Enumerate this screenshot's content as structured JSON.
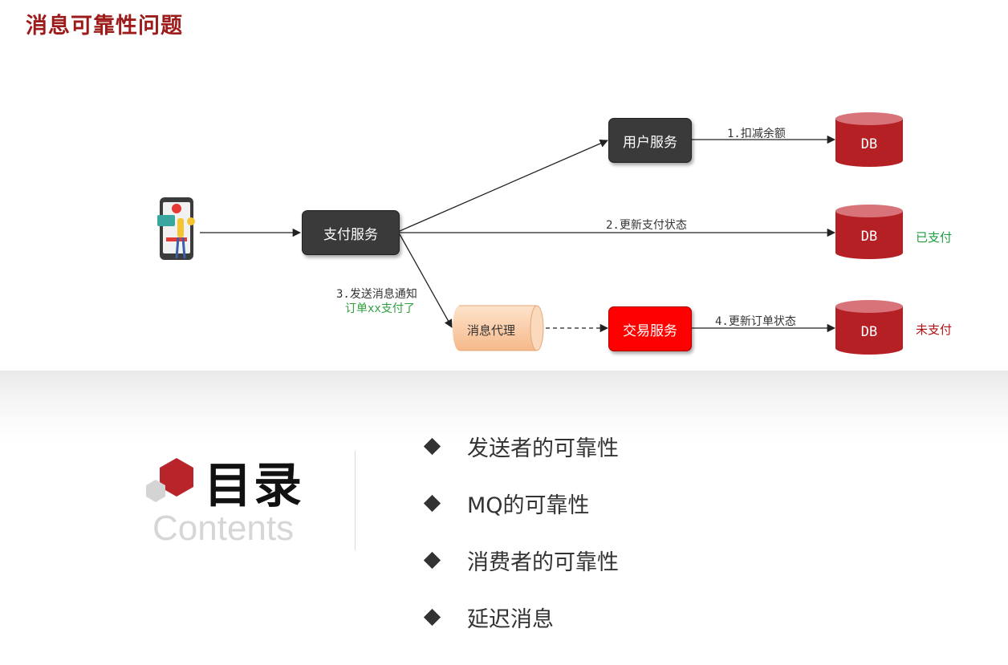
{
  "slide_title": "消息可靠性问题",
  "diagram": {
    "nodes": {
      "payment_service": "支付服务",
      "user_service": "用户服务",
      "message_broker": "消息代理",
      "trade_service": "交易服务",
      "db_label": "DB"
    },
    "edges": {
      "deduct_balance": "1.扣减余额",
      "update_payment_status": "2.更新支付状态",
      "send_notification": "3.发送消息通知",
      "notification_content": "订单xx支付了",
      "update_order_status": "4.更新订单状态"
    },
    "statuses": {
      "paid": "已支付",
      "unpaid": "未支付"
    }
  },
  "toc": {
    "title": "目录",
    "subtitle": "Contents",
    "items": [
      "发送者的可靠性",
      "MQ的可靠性",
      "消费者的可靠性",
      "延迟消息"
    ]
  },
  "colors": {
    "title": "#9e1b1b",
    "db": "#b52025",
    "trade_box": "#ff0000",
    "dark_box": "#3a3a3a",
    "paid": "#1e9e3e",
    "unpaid": "#b01010"
  }
}
